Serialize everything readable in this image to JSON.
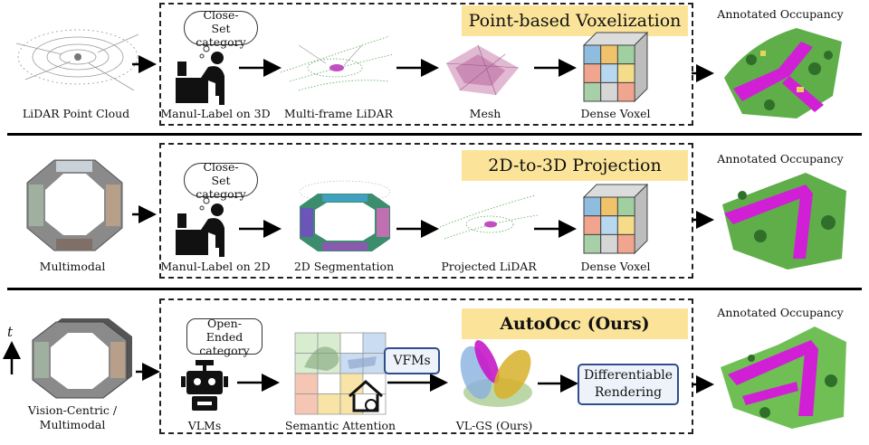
{
  "rows": [
    {
      "banner": "Point-based Voxelization",
      "input_label": "LiDAR Point Cloud",
      "cloud_text": "Close-Set category",
      "steps": [
        "Manul-Label on 3D",
        "Multi-frame LiDAR",
        "Mesh",
        "Dense Voxel"
      ],
      "output_label": "Annotated Occupancy"
    },
    {
      "banner": "2D-to-3D Projection",
      "input_label": "Multimodal",
      "cloud_text": "Close-Set category",
      "steps": [
        "Manul-Label on 2D",
        "2D Segmentation",
        "Projected LiDAR",
        "Dense Voxel"
      ],
      "output_label": "Annotated Occupancy"
    },
    {
      "banner": "AutoOcc (Ours)",
      "input_label": "Vision-Centric / Multimodal",
      "time_symbol": "t",
      "cloud_text": "Open-Ended category",
      "steps": [
        "VLMs",
        "Semantic Attention",
        "VL-GS (Ours)"
      ],
      "vfm_label": "VFMs",
      "render_label": "Differentiable Rendering",
      "output_label": "Annotated Occupancy"
    }
  ],
  "colors": {
    "banner": "#fbe49a",
    "box_border": "#2f4e8c",
    "occupancy_road": "#d11fd6",
    "occupancy_veg": "#3aa93a"
  }
}
